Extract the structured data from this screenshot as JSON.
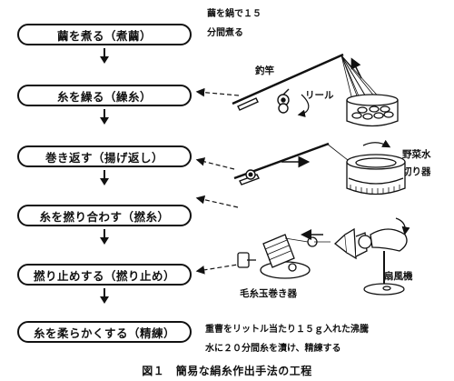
{
  "steps": [
    {
      "label": "繭を煮る（煮繭）"
    },
    {
      "label": "糸を繰る（繰糸）"
    },
    {
      "label": "巻き返す（揚げ返し）"
    },
    {
      "label": "糸を撚り合わす（撚糸）"
    },
    {
      "label": "撚り止めする（撚り止め）"
    },
    {
      "label": "糸を柔らかくする（精練）"
    }
  ],
  "notes": {
    "boil_line1": "繭を鍋で１５",
    "boil_line2": "分間煮る",
    "refine_line1": "重曹をリットル当たり１５ｇ入れた沸騰",
    "refine_line2": "水に２０分間糸を漬け、精練する"
  },
  "labels": {
    "fishing_rod": "釣竿",
    "reel": "リール",
    "vegetable_spinner_line1": "野菜水",
    "vegetable_spinner_line2": "切り器",
    "electric_fan": "扇風機",
    "yarn_winder": "毛糸玉巻き器"
  },
  "caption": "図１　簡易な絹糸作出手法の工程"
}
